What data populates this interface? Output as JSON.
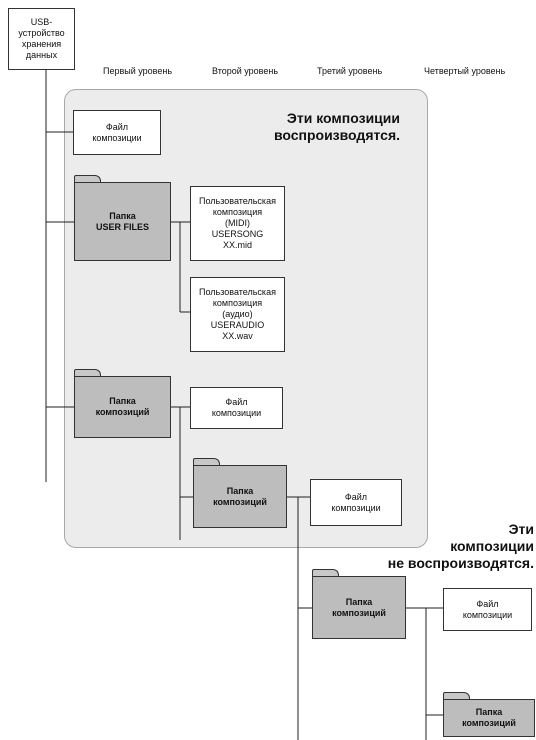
{
  "device": {
    "label": "USB-\nустройство\nхранения\nданных"
  },
  "levels": [
    "Первый уровень",
    "Второй уровень",
    "Третий уровень",
    "Четвертый уровень"
  ],
  "note_play": "Эти композиции\nвоспроизводятся.",
  "note_noplay": "Эти\nкомпозиции\nне воспроизводятся.",
  "items": {
    "song_file_l1": "Файл\nкомпозиции",
    "user_files_folder": "Папка\nUSER FILES",
    "user_song_midi": "Пользовательская\nкомпозиция\n(MIDI)\nUSERSONG\nXX.mid",
    "user_song_audio": "Пользовательская\nкомпозиция\n(аудио)\nUSERAUDIO\nXX.wav",
    "songs_folder_l1": "Папка\nкомпозиций",
    "song_file_l2": "Файл\nкомпозиции",
    "songs_folder_l2": "Папка\nкомпозиций",
    "song_file_l3": "Файл\nкомпозиции",
    "songs_folder_l3": "Папка\nкомпозиций",
    "song_file_l4": "Файл\nкомпозиции",
    "songs_folder_l4": "Папка\nкомпозиций"
  }
}
